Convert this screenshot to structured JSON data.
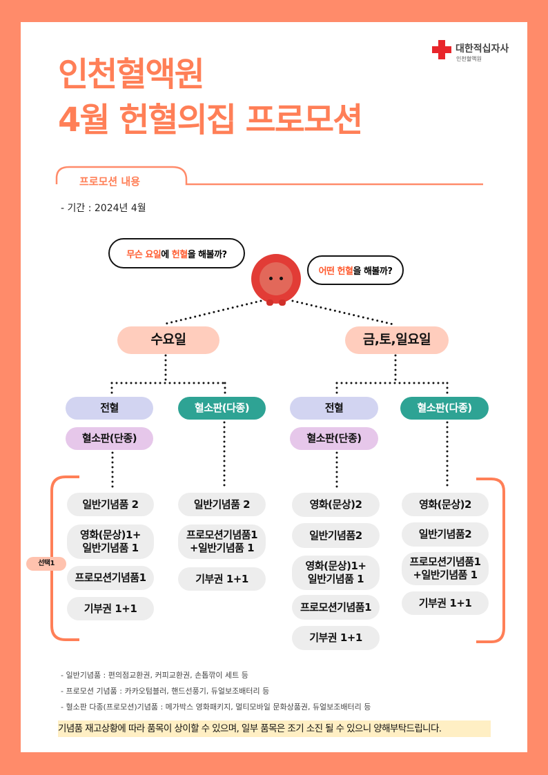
{
  "logo": {
    "name": "대한적십자사",
    "sub": "인천혈액원"
  },
  "title": {
    "line1": "인천혈액원",
    "line2": "4월 헌혈의집 프로모션"
  },
  "section": {
    "label": "프로모션 내용",
    "period": "- 기간 : 2024년 4월"
  },
  "bubbles": {
    "left": {
      "a": "무슨 요일",
      "b": "에 ",
      "c": "헌혈",
      "d": "을 해볼까?"
    },
    "right": {
      "a": "어떤 헌혈",
      "b": "을 해볼까?"
    }
  },
  "wed": {
    "day": "수요일",
    "whole": "전혈",
    "single": "혈소판(단종)",
    "multi": "혈소판(다종)",
    "col1": [
      "일반기념품 2",
      "영화(문상)1+\n일반기념품 1",
      "프로모션기념품1",
      "기부권 1+1"
    ],
    "col2": [
      "일반기념품 2",
      "프로모션기념품1\n+일반기념품 1",
      "기부권 1+1"
    ]
  },
  "weekend": {
    "day": "금,토,일요일",
    "whole": "전혈",
    "single": "혈소판(단종)",
    "multi": "혈소판(다종)",
    "col3": [
      "영화(문상)2",
      "일반기념품2",
      "영화(문상)1+\n일반기념품 1",
      "프로모션기념품1",
      "기부권 1+1"
    ],
    "col4": [
      "영화(문상)2",
      "일반기념품2",
      "프로모션기념품1\n+일반기념품 1",
      "기부권 1+1"
    ]
  },
  "choice_label": "선택1",
  "notes": [
    "- 일반기념품 : 편의점교환권, 커피교환권, 손톱깎이 세트 등",
    "- 프로모션 기념품 : 카카오텀블러, 핸드선풍기, 듀얼보조배터리 등",
    "- 혈소판 다종(프로모션)기념품 : 메가박스 영화패키지, 멀티모바일 문화상품권, 듀얼보조배터리 등"
  ],
  "disclaimer": "기념품 재고상황에 따라 품목이 상이할 수 있으며, 일부 품목은 조기 소진 될 수 있으니 양해부탁드립니다.",
  "colors": {
    "accent": "#FF7F57",
    "frame": "#FF8B6A",
    "teal": "#2EA394"
  }
}
